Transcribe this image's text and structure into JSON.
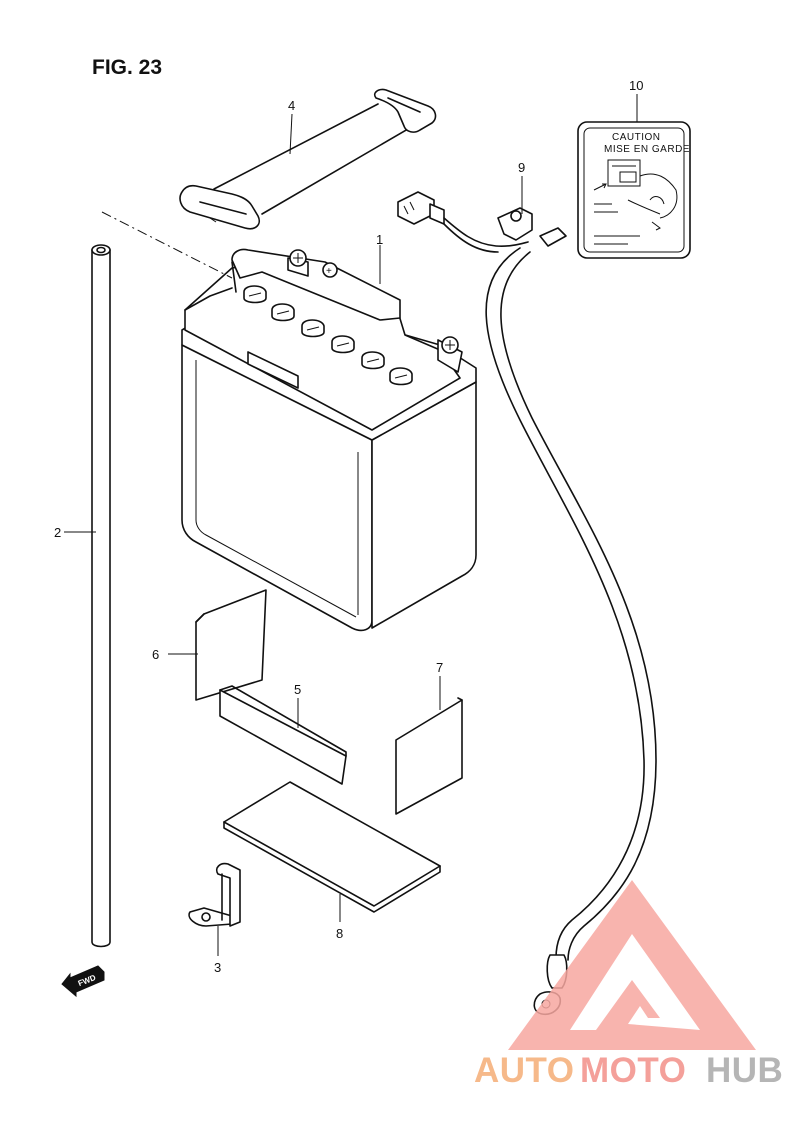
{
  "figure": {
    "title": "FIG. 23"
  },
  "callouts": [
    {
      "id": "1",
      "label": "1"
    },
    {
      "id": "2",
      "label": "2"
    },
    {
      "id": "3",
      "label": "3"
    },
    {
      "id": "4",
      "label": "4"
    },
    {
      "id": "5",
      "label": "5"
    },
    {
      "id": "6",
      "label": "6"
    },
    {
      "id": "7",
      "label": "7"
    },
    {
      "id": "8",
      "label": "8"
    },
    {
      "id": "9",
      "label": "9"
    },
    {
      "id": "10",
      "label": "10"
    }
  ],
  "caution_label": {
    "line1": "CAUTION",
    "line2": "MISE EN GARDE"
  },
  "battery": {
    "plus_mark": "+"
  },
  "fwd_arrow": {
    "text": "FWD"
  },
  "watermark": {
    "part1": "AUTO",
    "part2": "MOTO",
    "part3": "HUB",
    "colors": {
      "auto": "#f6b98a",
      "moto": "#f4a09a",
      "hub": "#b5b5b5",
      "logo": "#f7a7a0"
    }
  }
}
